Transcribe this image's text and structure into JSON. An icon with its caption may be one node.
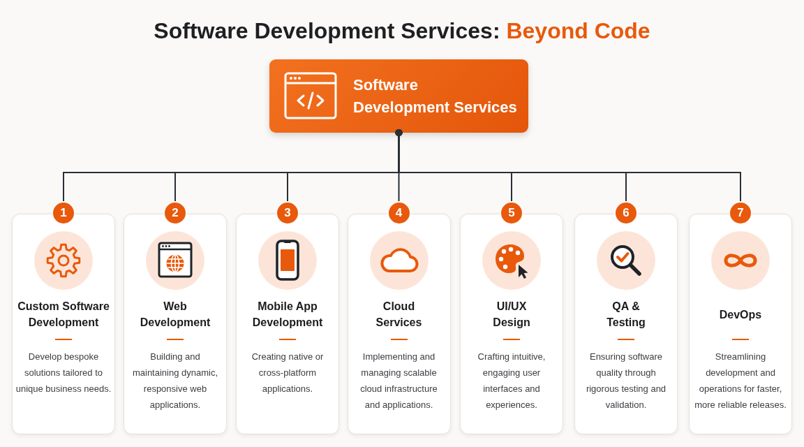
{
  "diagram": {
    "title": "Software Development Services: Beyond Code",
    "nodes": [
      {
        "text": [
          "Software Development Services"
        ]
      },
      {
        "text": [
          "1"
        ]
      },
      {
        "text": [
          "Custom Software Development",
          "Develop bespoke solutions tailored to unique business needs."
        ]
      },
      {
        "text": [
          "2"
        ]
      },
      {
        "text": [
          "Web Development",
          "Building and maintaining dynamic, responsive web applications."
        ]
      },
      {
        "text": [
          "3"
        ]
      },
      {
        "text": [
          "Mobile App Development",
          "Creating native or cross-platform applications."
        ]
      },
      {
        "text": [
          "4"
        ]
      },
      {
        "text": [
          "Cloud Services",
          "Implementing and managing scalable cloud infrastructure and applications."
        ]
      },
      {
        "text": [
          "5"
        ]
      },
      {
        "text": [
          "UI/UX Design",
          "Crafting intuitive, engaging user interfaces and experiences."
        ]
      },
      {
        "text": [
          "6"
        ]
      },
      {
        "text": [
          "QA & Testing",
          "Ensuring software quality through rigorous testing and validation."
        ]
      },
      {
        "text": [
          "7"
        ]
      },
      {
        "text": [
          "DevOps",
          "Streamlining development and operations for faster, more reliable releases."
        ]
      }
    ],
    "edges": [
      {
        "from": 0,
        "to": 1,
        "arrow": "other"
      },
      {
        "from": 0,
        "to": 3,
        "arrow": "other"
      },
      {
        "from": 0,
        "to": 5,
        "arrow": "other"
      },
      {
        "from": 0,
        "to": 7,
        "arrow": "other"
      },
      {
        "from": 0,
        "to": 9,
        "arrow": "other"
      },
      {
        "from": 0,
        "to": 11,
        "arrow": "other"
      },
      {
        "from": 0,
        "to": 13,
        "arrow": "other"
      }
    ]
  }
}
